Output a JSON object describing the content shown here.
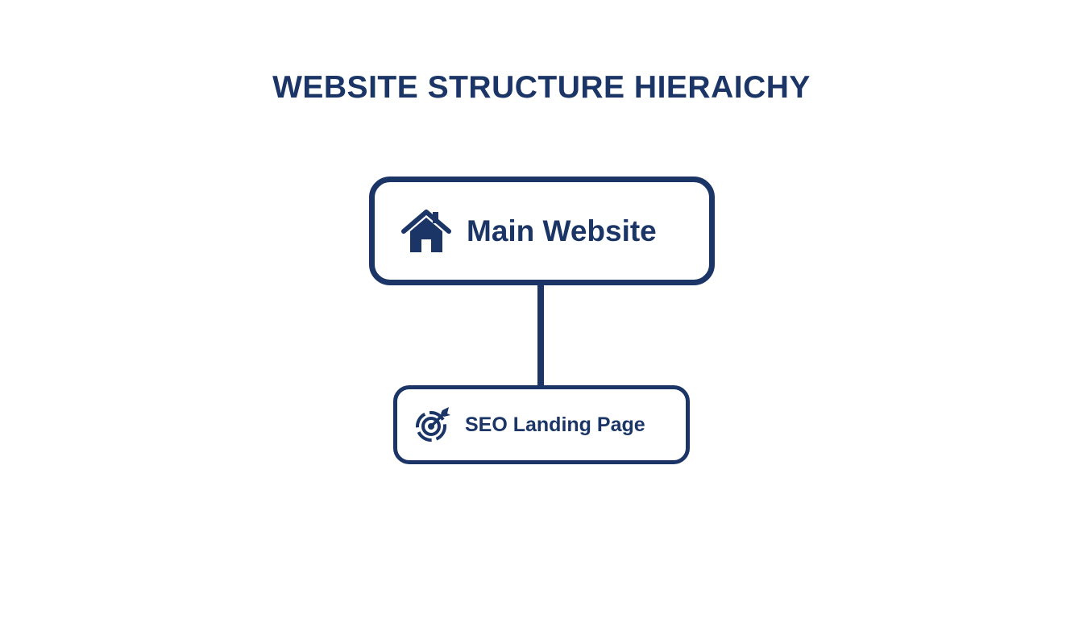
{
  "title": "WEBSITE STRUCTURE HIERAICHY",
  "colors": {
    "primary": "#1b3566",
    "background": "#ffffff"
  },
  "nodes": {
    "main": {
      "label": "Main Website",
      "icon": "home-icon"
    },
    "seo": {
      "label": "SEO Landing Page",
      "icon": "target-icon"
    }
  }
}
